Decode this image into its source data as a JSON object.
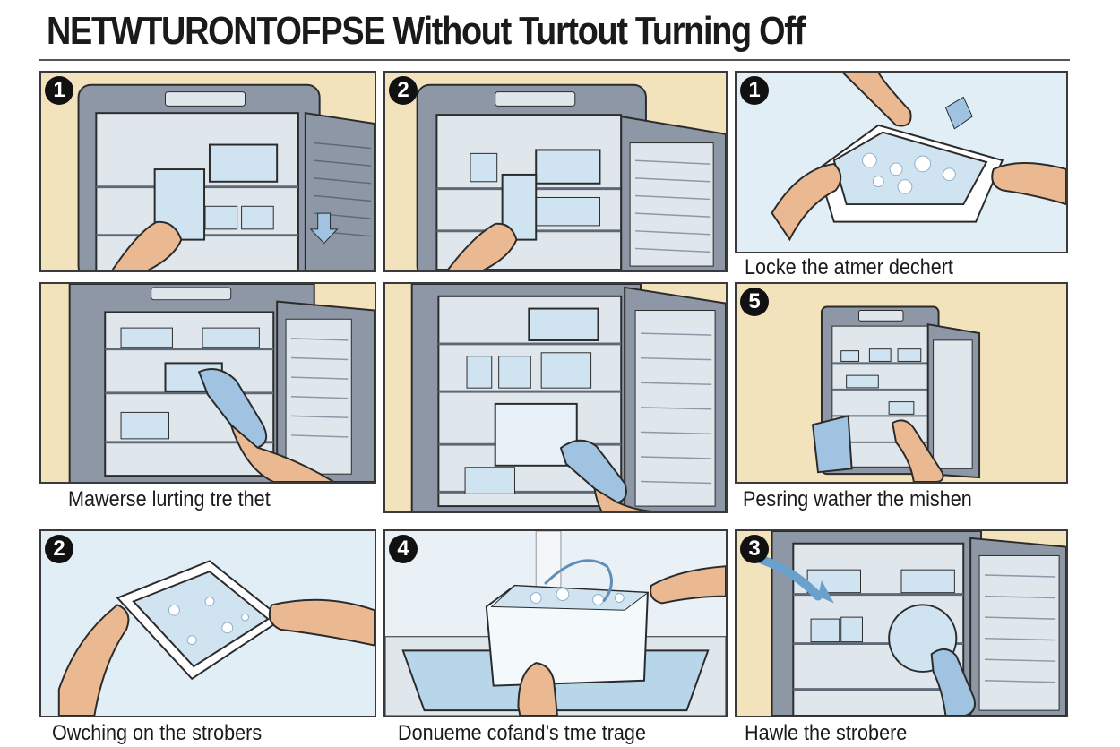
{
  "title": "NETWTURONTOFPSE Without Turtout Turning Off",
  "panels": [
    {
      "badge": "1",
      "caption": ""
    },
    {
      "badge": "2",
      "caption": ""
    },
    {
      "badge": "1",
      "caption": "Locke the atmer dechert"
    },
    {
      "badge": "",
      "caption": "Mawerse lurting tre thet"
    },
    {
      "badge": "",
      "caption": ""
    },
    {
      "badge": "5",
      "caption": "Pesring wather the mishen"
    },
    {
      "badge": "2",
      "caption": "Owching on the strobers"
    },
    {
      "badge": "4",
      "caption": "Donueme cofand’s tme trage"
    },
    {
      "badge": "3",
      "caption": "Hawle the strobere"
    }
  ],
  "colors": {
    "wall": "#f3e3bd",
    "fridge_body": "#8d97a6",
    "fridge_dark": "#5f6875",
    "interior": "#dfe6ec",
    "ice": "#cfe3f0",
    "glove": "#9fc3e0",
    "skin": "#eab991",
    "ink": "#2b2b2b"
  }
}
